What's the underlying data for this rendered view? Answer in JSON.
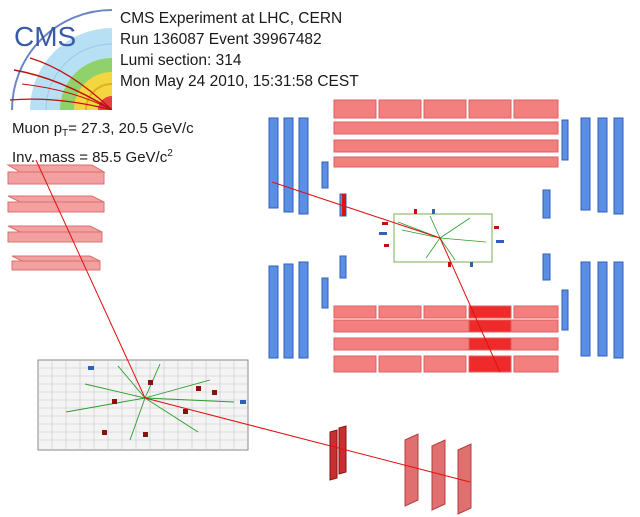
{
  "logo": {
    "text": "CMS"
  },
  "event_info": {
    "line1": "CMS Experiment at LHC, CERN",
    "line2": "Run 136087 Event 39967482",
    "line3": "Lumi section: 314",
    "line4": "Mon May 24 2010, 15:31:58 CEST"
  },
  "muon_info": {
    "pt_prefix": "Muon p",
    "pt_sub": "T",
    "pt_value": "= 27.3, 20.5 GeV/c",
    "mass_label": "Inv. mass  = 85.5 GeV/c",
    "mass_sup": "2"
  },
  "colors": {
    "muon_track": "#e01010",
    "calorimeter": "#f07a7a",
    "muon_chamber": "#4a7fe0",
    "tracker_tracks": "#2a9d2a"
  }
}
